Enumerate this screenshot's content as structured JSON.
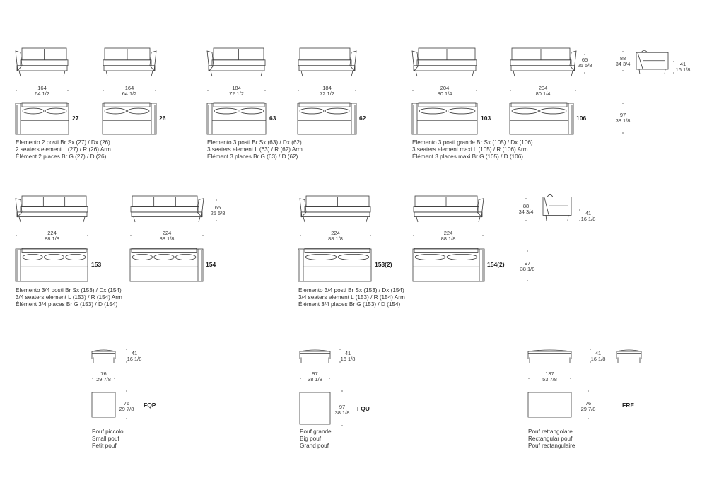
{
  "modules": [
    {
      "code": "27",
      "width_cm": "164",
      "width_in": "64 1/2",
      "arm": "L",
      "seats": 2
    },
    {
      "code": "26",
      "width_cm": "164",
      "width_in": "64 1/2",
      "arm": "R",
      "seats": 2
    },
    {
      "code": "63",
      "width_cm": "184",
      "width_in": "72 1/2",
      "arm": "L",
      "seats": 2
    },
    {
      "code": "62",
      "width_cm": "184",
      "width_in": "72 1/2",
      "arm": "R",
      "seats": 2
    },
    {
      "code": "103",
      "width_cm": "204",
      "width_in": "80 1/4",
      "arm": "L",
      "seats": 2
    },
    {
      "code": "106",
      "width_cm": "204",
      "width_in": "80 1/4",
      "arm": "R",
      "seats": 2
    },
    {
      "code": "153",
      "width_cm": "224",
      "width_in": "88 1/8",
      "arm": "L",
      "seats": 3
    },
    {
      "code": "154",
      "width_cm": "224",
      "width_in": "88 1/8",
      "arm": "R",
      "seats": 3
    },
    {
      "code": "153(2)",
      "width_cm": "224",
      "width_in": "88 1/8",
      "arm": "L",
      "seats": 2
    },
    {
      "code": "154(2)",
      "width_cm": "224",
      "width_in": "88 1/8",
      "arm": "R",
      "seats": 2
    }
  ],
  "captions": [
    [
      "Elemento 2 posti Br Sx (27) / Dx (26)",
      "2 seaters element L (27) / R (26) Arm",
      "Élément 2 places Br G (27) / D (26)"
    ],
    [
      "Elemento 3 posti Br Sx (63) / Dx (62)",
      "3 seaters element L (63) / R (62) Arm",
      "Élément 3 places Br G (63) / D (62)"
    ],
    [
      "Elemento 3 posti grande Br Sx (105) / Dx (106)",
      "3 seaters element maxi L (105) / R (106) Arm",
      "Élément 3 places maxi Br G (105) / D (106)"
    ],
    [
      "Elemento 3/4 posti Br Sx (153) / Dx (154)",
      "3/4 seaters element L (153) / R (154) Arm",
      "Élément 3/4 places Br G (153) / D (154)"
    ],
    [
      "Elemento 3/4 posti Br Sx (153) / Dx (154)",
      "3/4 seaters element L (153) / R (154) Arm",
      "Élément 3/4 places Br G (153) / D (154)"
    ],
    [
      "Pouf piccolo",
      "Small pouf",
      "Petit pouf"
    ],
    [
      "Pouf grande",
      "Big pouf",
      "Grand pouf"
    ],
    [
      "Pouf rettangolare",
      "Rectangular pouf",
      "Pouf rectangulaire"
    ]
  ],
  "dimensions": {
    "sofa_height": {
      "cm": "65",
      "in": "25 5/8"
    },
    "total_height": {
      "cm": "88",
      "in": "34 3/4"
    },
    "seat_height": {
      "cm": "41",
      "in": "16 1/8"
    },
    "depth": {
      "cm": "97",
      "in": "38 1/8"
    }
  },
  "poufs": [
    {
      "code": "FQP",
      "width_cm": "76",
      "width_in": "29 7/8",
      "depth_cm": "76",
      "depth_in": "29 7/8",
      "height_cm": "41",
      "height_in": "16 1/8"
    },
    {
      "code": "FQU",
      "width_cm": "97",
      "width_in": "38 1/8",
      "depth_cm": "97",
      "depth_in": "38 1/8",
      "height_cm": "41",
      "height_in": "16 1/8"
    },
    {
      "code": "FRE",
      "width_cm": "137",
      "width_in": "53 7/8",
      "depth_cm": "76",
      "depth_in": "29 7/8",
      "height_cm": "41",
      "height_in": "16 1/8"
    }
  ],
  "colors": {
    "line": "#3a3a3a",
    "background": "#ffffff"
  }
}
